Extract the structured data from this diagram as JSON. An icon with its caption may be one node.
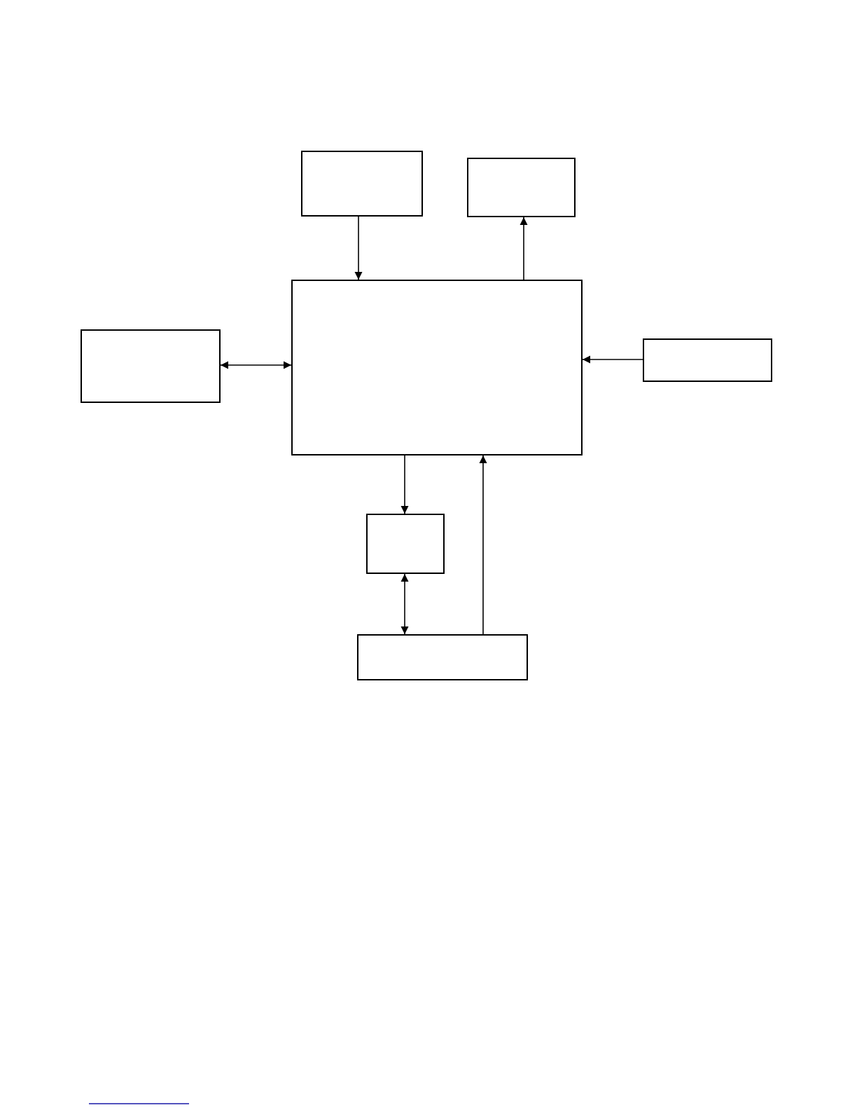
{
  "diagram": {
    "nodes": [
      {
        "text": [],
        "shape": "box"
      },
      {
        "text": [],
        "shape": "box"
      },
      {
        "text": [],
        "shape": "box"
      },
      {
        "text": [],
        "shape": "box"
      },
      {
        "text": [],
        "shape": "box"
      },
      {
        "text": [],
        "shape": "box"
      },
      {
        "text": [],
        "shape": "box"
      }
    ],
    "edges": [
      {
        "from": 0,
        "to": 3,
        "arrow": "to"
      },
      {
        "from": 3,
        "to": 1,
        "arrow": "to"
      },
      {
        "from": 2,
        "to": 3,
        "arrow": "both"
      },
      {
        "from": 4,
        "to": 3,
        "arrow": "to"
      },
      {
        "from": 3,
        "to": 5,
        "arrow": "to"
      },
      {
        "from": 5,
        "to": 6,
        "arrow": "both"
      },
      {
        "from": 6,
        "to": 3,
        "arrow": "to"
      }
    ]
  }
}
